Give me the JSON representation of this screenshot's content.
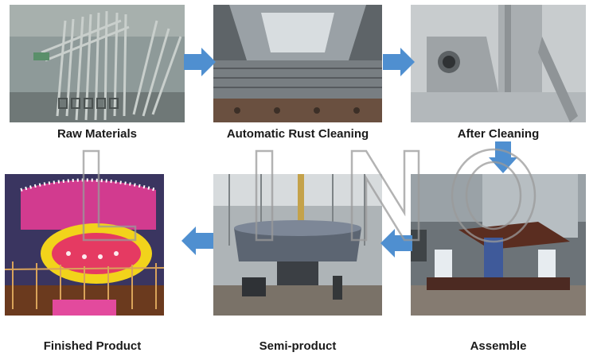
{
  "steps": [
    {
      "label": "Raw Materials"
    },
    {
      "label": "Automatic Rust Cleaning"
    },
    {
      "label": "After Cleaning"
    },
    {
      "label": "Finished Product"
    },
    {
      "label": "Semi-product"
    },
    {
      "label": "Assemble"
    }
  ],
  "watermark": {
    "letters": [
      "L",
      "I",
      "N",
      "O"
    ]
  },
  "colors": {
    "arrow": "#4f8fd0",
    "caption": "#1a1a1a"
  }
}
